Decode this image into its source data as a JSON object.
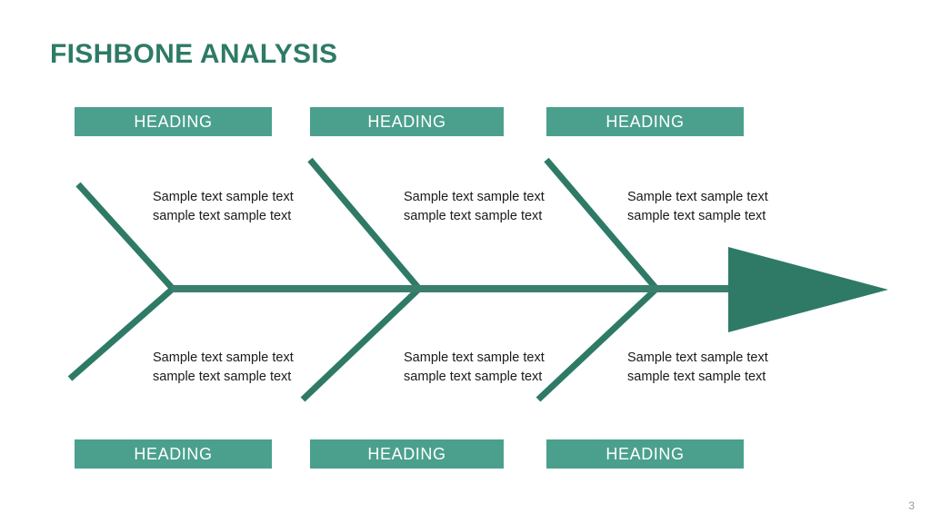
{
  "slide": {
    "title": "FISHBONE ANALYSIS",
    "page_number": "3",
    "colors": {
      "title": "#2E7A66",
      "heading_box_fill": "#4AA08C",
      "heading_box_text": "#FFFFFF",
      "bone_line": "#2E7A66",
      "spine_line": "#3A7F6D",
      "arrow_fill": "#2E7A66",
      "body_text": "#1A1A1A",
      "page_number": "#9A9A9A",
      "background": "#FFFFFF"
    }
  },
  "diagram": {
    "type": "fishbone",
    "categories": [
      {
        "position": "top-left",
        "heading": "HEADING",
        "description": "Sample text sample text sample text sample text"
      },
      {
        "position": "top-center",
        "heading": "HEADING",
        "description": "Sample text sample text sample text sample text"
      },
      {
        "position": "top-right",
        "heading": "HEADING",
        "description": "Sample text sample text sample text sample text"
      },
      {
        "position": "bottom-left",
        "heading": "HEADING",
        "description": "Sample text sample text sample text sample text"
      },
      {
        "position": "bottom-center",
        "heading": "HEADING",
        "description": "Sample text sample text sample text sample text"
      },
      {
        "position": "bottom-right",
        "heading": "HEADING",
        "description": "Sample text sample text sample text sample text"
      }
    ]
  }
}
